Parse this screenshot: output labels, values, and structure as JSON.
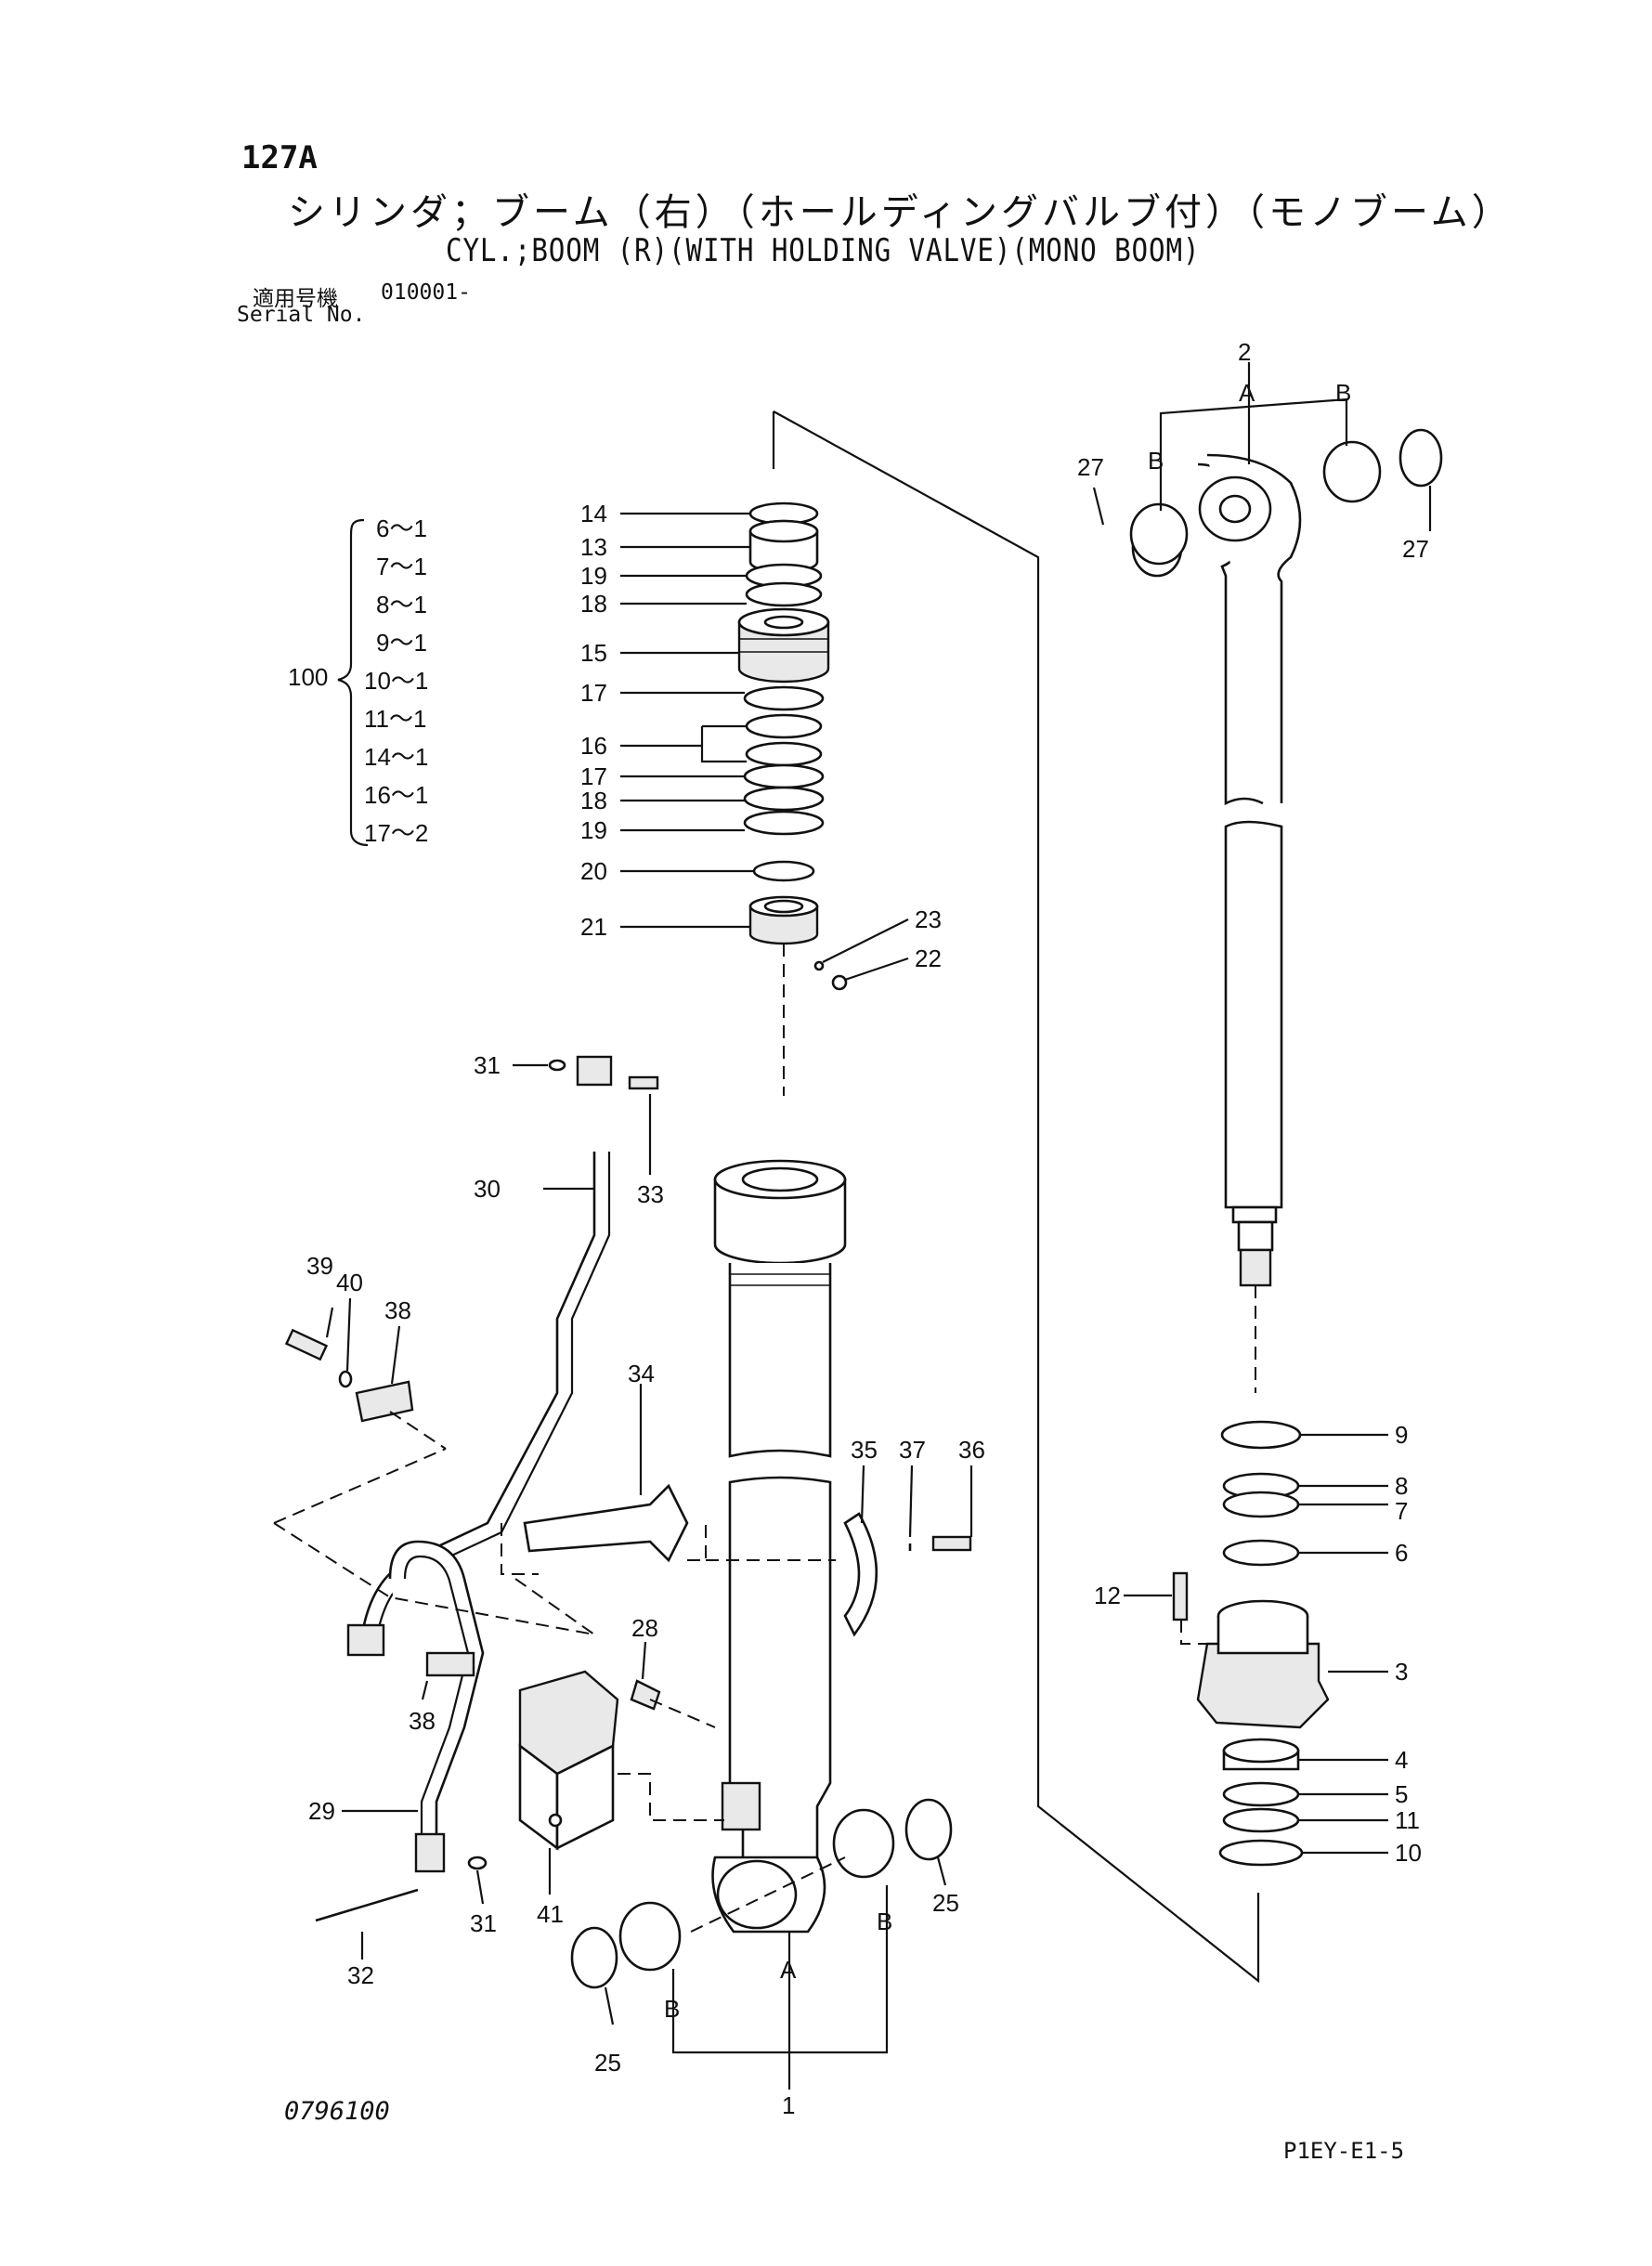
{
  "header": {
    "page_number": "127A",
    "title_jp": "シリンダ；ブーム（右）（ホールディングバルブ付）（モノブーム）",
    "title_en": "CYL.;BOOM (R)(WITH HOLDING VALVE)(MONO BOOM)",
    "serial_label_jp": "適用号機",
    "serial_value": "010001-",
    "serial_label_en": "Serial No."
  },
  "footer": {
    "drawing_number": "0796100",
    "sheet_code": "P1EY-E1-5"
  },
  "kit": {
    "id": "100",
    "items": [
      "6～1",
      "7～1",
      "8～1",
      "9～1",
      "10～1",
      "11～1",
      "14～1",
      "16～1",
      "17～2"
    ]
  },
  "callouts": {
    "seal_stack": [
      "14",
      "13",
      "19",
      "18",
      "15",
      "17",
      "16",
      "17",
      "18",
      "19",
      "20",
      "21"
    ],
    "nut_screw": [
      "23",
      "22"
    ],
    "pipe_top": [
      "31",
      "30",
      "33"
    ],
    "bracket": [
      "39",
      "40",
      "38",
      "34",
      "35",
      "37",
      "36"
    ],
    "valve": [
      "28",
      "38",
      "29",
      "31",
      "41",
      "32"
    ],
    "tube_bottom": [
      "25",
      "B",
      "A",
      "B",
      "25",
      "1"
    ],
    "rod_top": [
      "2",
      "A",
      "B",
      "B",
      "27",
      "27"
    ],
    "rod_bottom": [
      "9",
      "8",
      "7",
      "6",
      "12",
      "3",
      "4",
      "5",
      "11",
      "10"
    ]
  }
}
